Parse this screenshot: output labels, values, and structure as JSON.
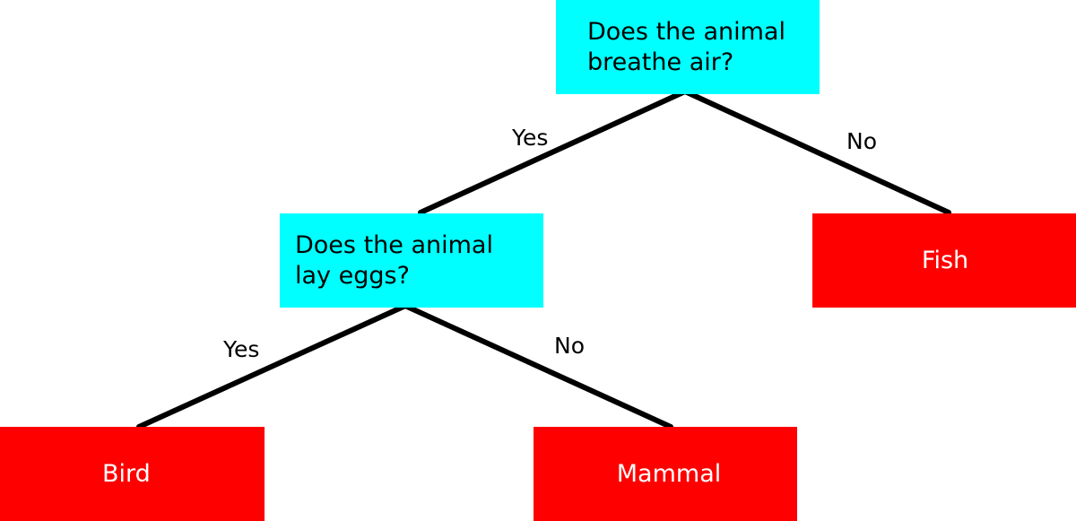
{
  "colors": {
    "question_fill": "#00ffff",
    "leaf_fill": "#ff0000",
    "edge_color": "#000000",
    "leaf_text": "#ffffff"
  },
  "nodes": {
    "root": {
      "text": "Does the animal breathe air?"
    },
    "eggs": {
      "text": "Does the animal lay eggs?"
    },
    "fish": {
      "text": "Fish"
    },
    "bird": {
      "text": "Bird"
    },
    "mammal": {
      "text": "Mammal"
    }
  },
  "edges": {
    "root_yes": {
      "label": "Yes"
    },
    "root_no": {
      "label": "No"
    },
    "eggs_yes": {
      "label": "Yes"
    },
    "eggs_no": {
      "label": "No"
    }
  }
}
